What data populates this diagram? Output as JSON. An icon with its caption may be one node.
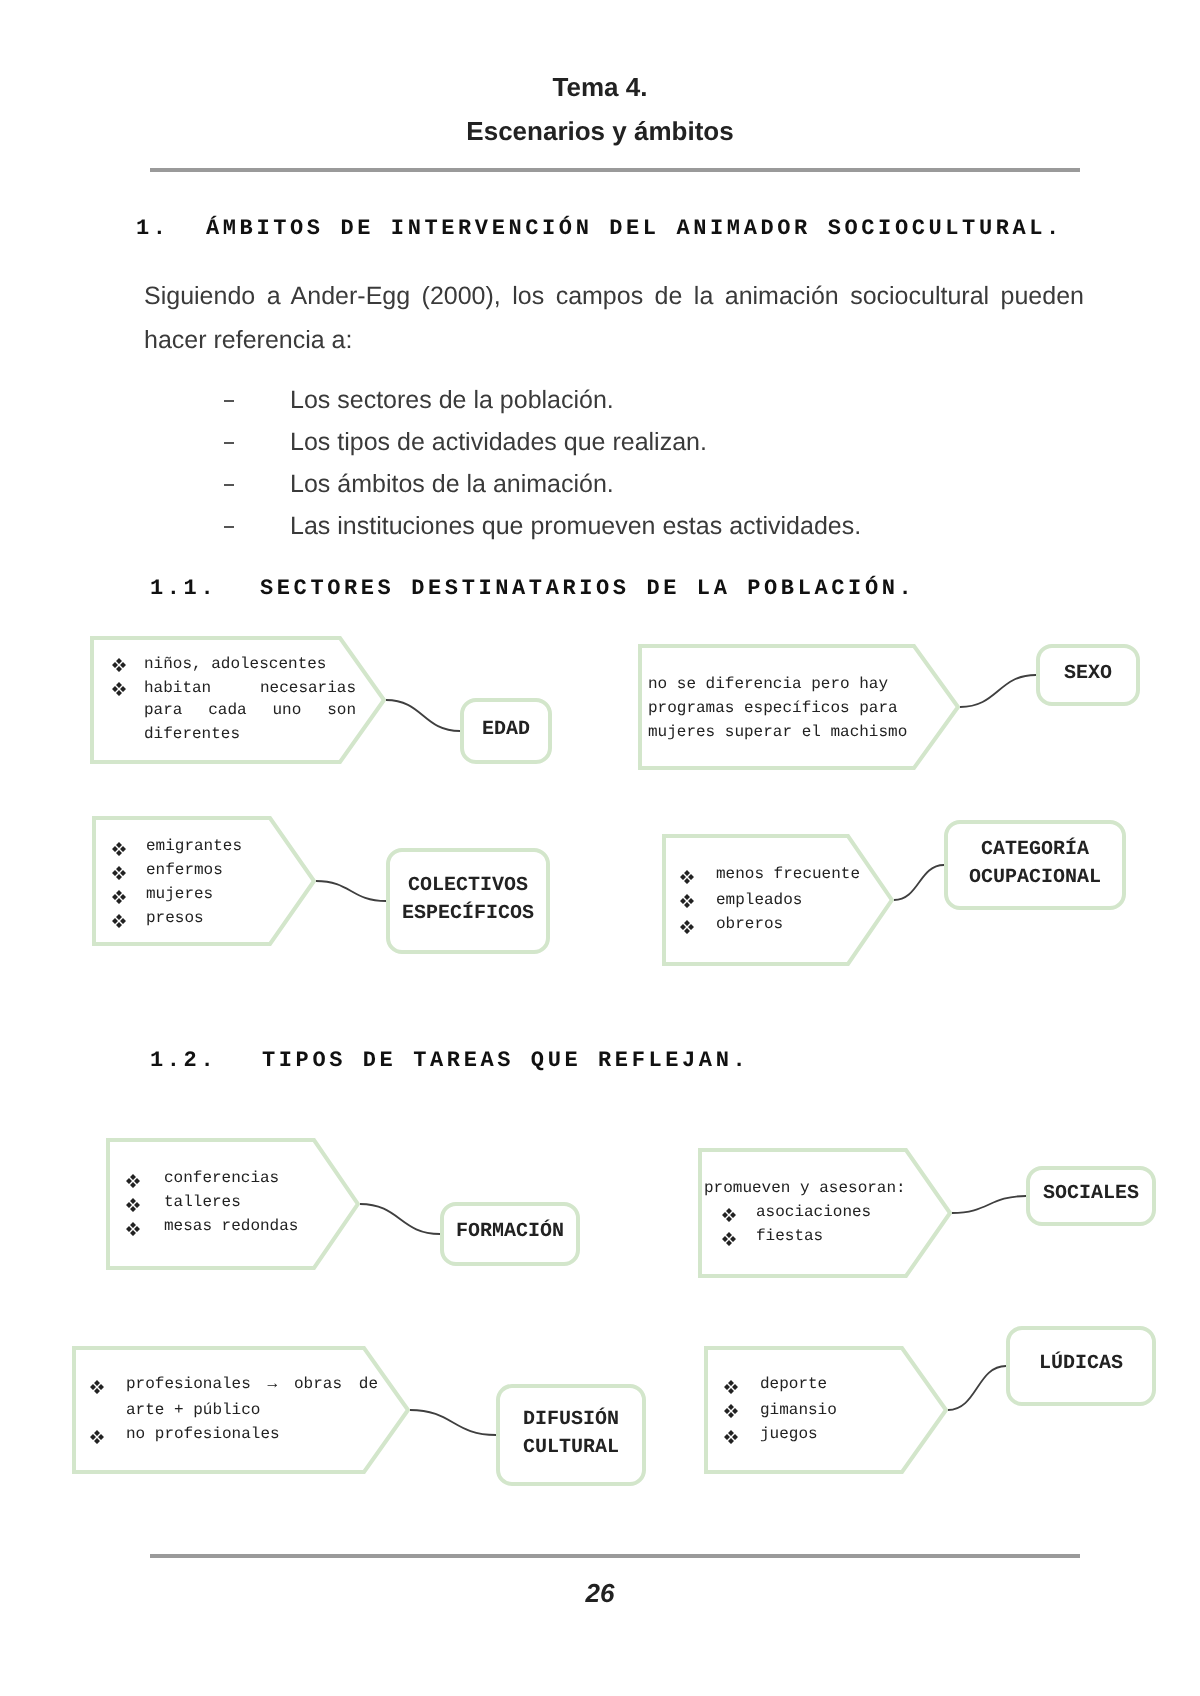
{
  "diagram": {
    "title": "Escenarios y ámbitos",
    "nodes": [
      {
        "text": [
          "niños, adolescentes",
          "habitan necesarias para cada uno son diferentes"
        ]
      },
      {
        "text": [
          "EDAD"
        ]
      },
      {
        "text": [
          "no se diferencia pero hay programas específicos para mujeres superar el machismo"
        ]
      },
      {
        "text": [
          "SEXO"
        ]
      },
      {
        "text": [
          "emigrantes",
          "enfermos",
          "mujeres",
          "presos"
        ]
      },
      {
        "text": [
          "COLECTIVOS ESPECÍFICOS"
        ]
      },
      {
        "text": [
          "menos frecuente",
          "empleados",
          "obreros"
        ]
      },
      {
        "text": [
          "CATEGORÍA OCUPACIONAL"
        ]
      },
      {
        "text": [
          "conferencias",
          "talleres",
          "mesas redondas"
        ]
      },
      {
        "text": [
          "FORMACIÓN"
        ]
      },
      {
        "text": [
          "promueven y asesoran:",
          "asociaciones",
          "fiestas"
        ]
      },
      {
        "text": [
          "SOCIALES"
        ]
      },
      {
        "text": [
          "profesionales → obras de arte + público",
          "no profesionales"
        ]
      },
      {
        "text": [
          "DIFUSIÓN CULTURAL"
        ]
      },
      {
        "text": [
          "deporte",
          "gimansio",
          "juegos"
        ]
      },
      {
        "text": [
          "LÚDICAS"
        ]
      }
    ],
    "edges": [
      {
        "from": 0,
        "to": 1,
        "arrow": "none"
      },
      {
        "from": 2,
        "to": 3,
        "arrow": "none"
      },
      {
        "from": 4,
        "to": 5,
        "arrow": "none"
      },
      {
        "from": 6,
        "to": 7,
        "arrow": "none"
      },
      {
        "from": 8,
        "to": 9,
        "arrow": "none"
      },
      {
        "from": 10,
        "to": 11,
        "arrow": "none"
      },
      {
        "from": 12,
        "to": 13,
        "arrow": "none"
      },
      {
        "from": 14,
        "to": 15,
        "arrow": "none"
      }
    ],
    "labels": [
      "Tema 4.",
      "1.",
      "ÁMBITOS DE INTERVENCIÓN DEL ANIMADOR SOCIOCULTURAL.",
      "Siguiendo a Ander-Egg (2000), los campos de la animación sociocultural pueden hacer referencia a:",
      "Los sectores de la población.",
      "Los tipos de actividades que realizan.",
      "Los ámbitos de la animación.",
      "Las instituciones que promueven estas actividades.",
      "1.1.",
      "SECTORES DESTINATARIOS DE LA POBLACIÓN.",
      "1.2.",
      "TIPOS DE TAREAS QUE REFLEJAN.",
      "26"
    ]
  }
}
